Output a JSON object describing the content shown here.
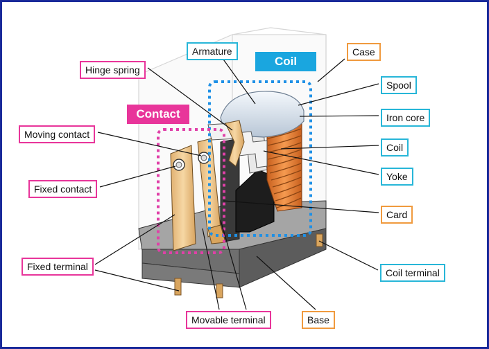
{
  "titles": {
    "coil": "Coil",
    "contact": "Contact"
  },
  "labels": {
    "armature": "Armature",
    "case": "Case",
    "hinge_spring": "Hinge spring",
    "spool": "Spool",
    "iron_core": "Iron core",
    "moving_contact": "Moving contact",
    "coil": "Coil",
    "fixed_contact": "Fixed contact",
    "yoke": "Yoke",
    "card": "Card",
    "fixed_terminal": "Fixed terminal",
    "coil_terminal": "Coil terminal",
    "movable_terminal": "Movable terminal",
    "base": "Base"
  },
  "colors": {
    "frame": "#1a2a9a",
    "contact_accent": "#e8359a",
    "coil_accent": "#27b6d8",
    "case_accent": "#f09a3e",
    "coil_dashed": "#1e90e6",
    "contact_dashed": "#e040a8",
    "copper": "#e88a3a",
    "brass": "#f0c890",
    "base_gray": "#7a7a7a"
  }
}
